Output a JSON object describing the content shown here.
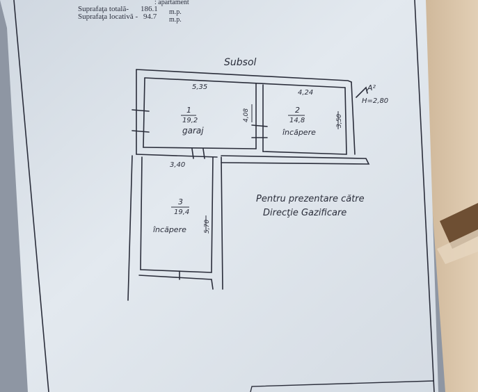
{
  "header": {
    "line0_tail": ": apartament",
    "total_area_label": "Suprafaţa totală-",
    "total_area_value": "186.1",
    "total_area_unit": "m.p.",
    "living_area_label": "Suprafaţa locativă -",
    "living_area_value": "94.7",
    "living_area_unit": "m.p."
  },
  "plan": {
    "level_label": "Subsol",
    "stair_label": "A²",
    "height_label": "H=2,80",
    "rooms": [
      {
        "number": "1",
        "area": "19,2",
        "name": "garaj"
      },
      {
        "number": "2",
        "area": "14,8",
        "name": "încăpere"
      },
      {
        "number": "3",
        "area": "19,4",
        "name": "încăpere"
      }
    ],
    "dimensions": {
      "room1_width": "5,35",
      "room1_height": "4,08",
      "room2_width": "4,24",
      "room2_height": "3,50",
      "room3_width": "3,40",
      "room3_height": "5,70"
    },
    "note_line1": "Pentru prezentare către",
    "note_line2": "Direcţie Gazificare"
  },
  "colors": {
    "background": "#9aa3ad",
    "paper": "#dfe6ee",
    "ink": "#2a2d3a",
    "fabric_beige": "#d9c4a8",
    "fabric_brown": "#7a5a3a"
  }
}
